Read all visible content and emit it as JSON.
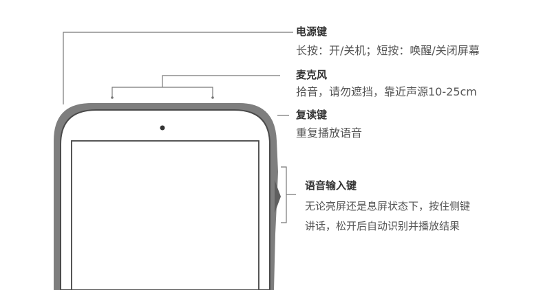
{
  "labels": {
    "power": {
      "title": "电源键",
      "desc": "长按：开/关机；短按：唤醒/关闭屏幕"
    },
    "mic": {
      "title": "麦克风",
      "desc": "拾音，请勿遮挡，靠近声源10-25cm"
    },
    "replay": {
      "title": "复读键",
      "desc": "重复播放语音"
    },
    "voice_input": {
      "title": "语音输入键",
      "desc_line1": "无论亮屏还是息屏状态下，按住侧键",
      "desc_line2": "讲话，松开后自动识别并播放结果"
    }
  },
  "colors": {
    "device_shell": "#7b7b7b",
    "device_inner": "#4a4a4a",
    "leader_line": "#777777",
    "text_title": "#333333",
    "text_desc": "#555555"
  }
}
